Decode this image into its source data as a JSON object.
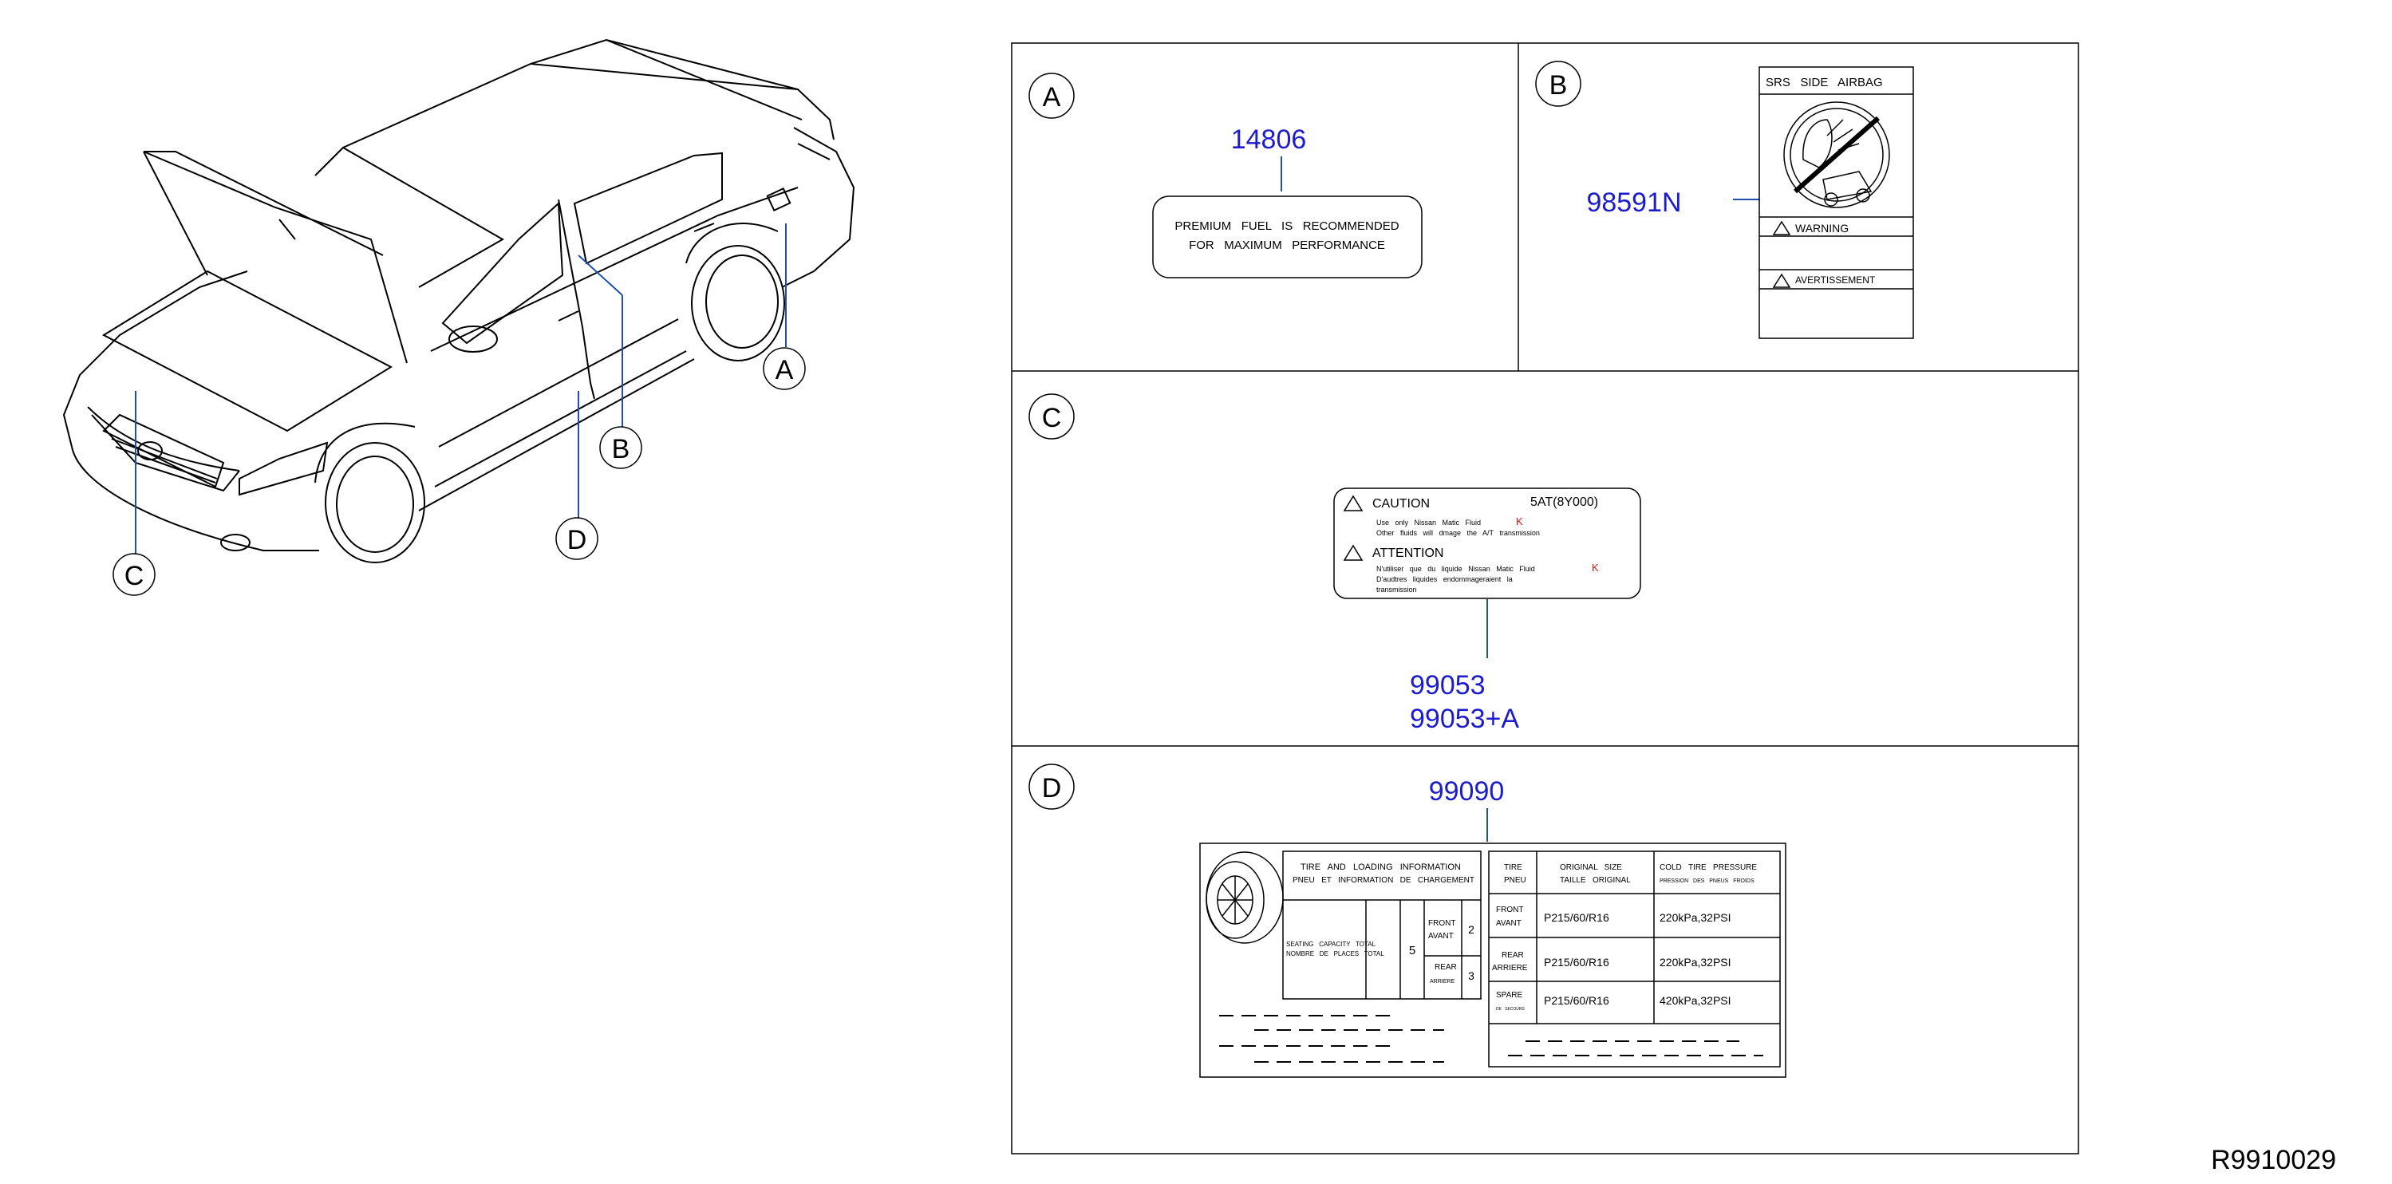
{
  "diagram_code": "R9910029",
  "car": {
    "callouts": [
      "A",
      "B",
      "C",
      "D"
    ]
  },
  "panels": {
    "A": {
      "letter": "A",
      "part_number": "14806",
      "label_lines": [
        "PREMIUM   FUEL   IS   RECOMMENDED",
        "FOR   MAXIMUM   PERFORMANCE"
      ]
    },
    "B": {
      "letter": "B",
      "part_number": "98591N",
      "header": "SRS   SIDE   AIRBAG",
      "warning": "WARNING",
      "avertissement": "AVERTISSEMENT"
    },
    "C": {
      "letter": "C",
      "part_numbers": [
        "99053",
        "99053+A"
      ],
      "caution": "CAUTION",
      "model": "5AT(8Y000)",
      "caution_lines": [
        "Use   only   Nissan   Matic   Fluid",
        "Other   fluids   will   dmage   the   A/T   transmission"
      ],
      "attention": "ATTENTION",
      "attention_lines": [
        "N'utiliser   que   du   liquide   Nissan   Matic   Fluid",
        "D'audtres   liquides   endommageraient   la",
        "transmission"
      ],
      "fluid_mark": "K"
    },
    "D": {
      "letter": "D",
      "part_number": "99090",
      "tire_info": {
        "title": "TIRE   AND   LOADING   INFORMATION",
        "title_fr": "PNEU   ET   INFORMATION   DE   CHARGEMENT",
        "seating": "SEATING   CAPACITY   TOTAL",
        "seating_fr": "NOMBRE   DE   PLACES   TOTAL",
        "total_seats": "5",
        "front": "FRONT",
        "front_fr": "AVANT",
        "front_seats": "2",
        "rear": "REAR",
        "rear_fr": "ARRIERE",
        "rear_seats": "3"
      },
      "tire_table": {
        "headers": [
          [
            "TIRE",
            "PNEU"
          ],
          [
            "ORIGINAL   SIZE",
            "TAILLE   ORIGINAL"
          ],
          [
            "COLD   TIRE   PRESSURE",
            "PRESSION   DES   PNEUS   FROIDS"
          ]
        ],
        "rows": [
          {
            "pos": "FRONT",
            "pos_fr": "AVANT",
            "size": "P215/60/R16",
            "pressure": "220kPa,32PSI"
          },
          {
            "pos": "REAR",
            "pos_fr": "ARRIERE",
            "size": "P215/60/R16",
            "pressure": "220kPa,32PSI"
          },
          {
            "pos": "SPARE",
            "pos_fr": "DE   SECOURS",
            "size": "P215/60/R16",
            "pressure": "420kPa,32PSI"
          }
        ]
      }
    }
  }
}
